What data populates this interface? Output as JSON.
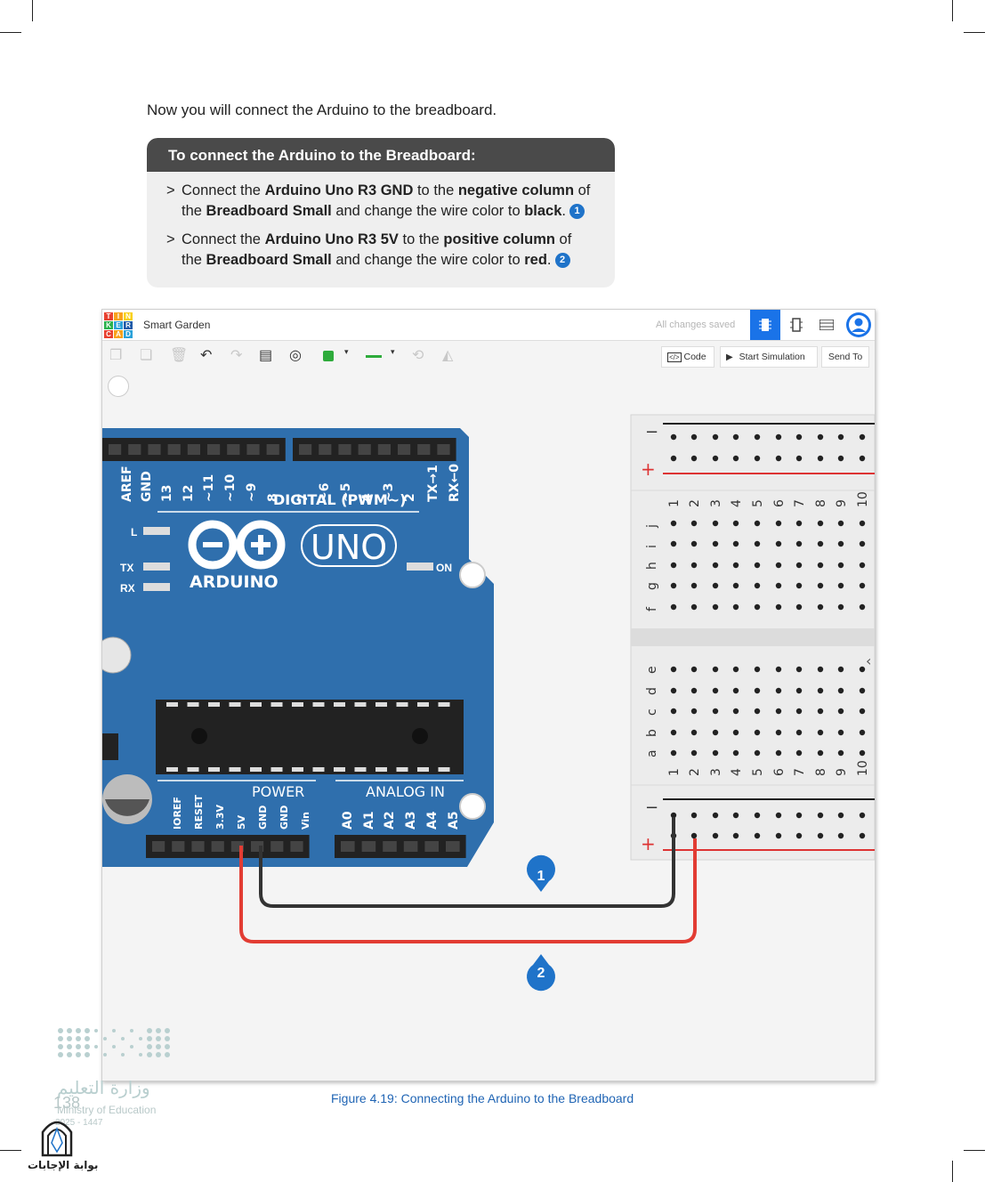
{
  "intro": "Now you will connect the Arduino to the breadboard.",
  "instruction_box": {
    "title": "To connect the Arduino to the Breadboard:",
    "marker": ">",
    "step1": {
      "t1": "Connect the ",
      "b1": "Arduino Uno R3 GND",
      "t2": " to the ",
      "b2": "negative column",
      "t3": " of the ",
      "b3": "Breadboard Small",
      "t4": " and change the wire color to ",
      "b4": "black",
      "t5": ".",
      "num": "1"
    },
    "step2": {
      "t1": "Connect the ",
      "b1": "Arduino Uno R3 5V",
      "t2": " to the ",
      "b2": "positive column",
      "t3": " of the ",
      "b3": "Breadboard Small",
      "t4": " and change the wire color to ",
      "b4": "red",
      "t5": ".",
      "num": "2"
    }
  },
  "tinkercad": {
    "logo_letters": [
      "T",
      "I",
      "N",
      "K",
      "E",
      "R",
      "C",
      "A",
      "D"
    ],
    "logo_colors": [
      "#e8402f",
      "#f9a11b",
      "#f9d11b",
      "#2bb24c",
      "#2aa1d9",
      "#1e5aa8",
      "#e8402f",
      "#f9a11b",
      "#2aa1d9"
    ],
    "project_name": "Smart Garden",
    "save_status": "All changes saved",
    "code_label": "Code",
    "code_icon": "</>",
    "start_sim_label": "Start Simulation",
    "send_to_label": "Send To",
    "accent": "#1a73e8"
  },
  "arduino": {
    "brand": "ARDUINO",
    "model": "UNO",
    "digital_label": "DIGITAL (PWM~)",
    "power_label": "POWER",
    "analog_label": "ANALOG IN",
    "on_label": "ON",
    "l_label": "L",
    "tx_label": "TX",
    "rx_label": "RX",
    "digital_pins": [
      "AREF",
      "GND",
      "13",
      "12",
      "~11",
      "~10",
      "~9",
      "8",
      "7",
      "~6",
      "~5",
      "4",
      "~3",
      "2",
      "TX→1",
      "RX←0"
    ],
    "power_pins": [
      "IOREF",
      "RESET",
      "3.3V",
      "5V",
      "GND",
      "GND",
      "Vin"
    ],
    "analog_pins": [
      "A0",
      "A1",
      "A2",
      "A3",
      "A4",
      "A5"
    ],
    "board_color": "#2f6fad"
  },
  "breadboard": {
    "minus": "−",
    "plus": "+",
    "numbers": [
      "1",
      "2",
      "3",
      "4",
      "5",
      "6",
      "7",
      "8",
      "9",
      "10"
    ],
    "top_rows": [
      "j",
      "i",
      "h",
      "g",
      "f"
    ],
    "bottom_rows": [
      "e",
      "d",
      "c",
      "b",
      "a"
    ]
  },
  "wire_markers": [
    "1",
    "2"
  ],
  "caption": "Figure 4.19: Connecting the Arduino to the Breadboard",
  "footer": {
    "page_number": "138",
    "ministry_arabic": "وزارة التعليم",
    "ministry_english": "Ministry of Education",
    "years": "2025 - 1447",
    "site_arabic": "بوابة الإجابات"
  }
}
